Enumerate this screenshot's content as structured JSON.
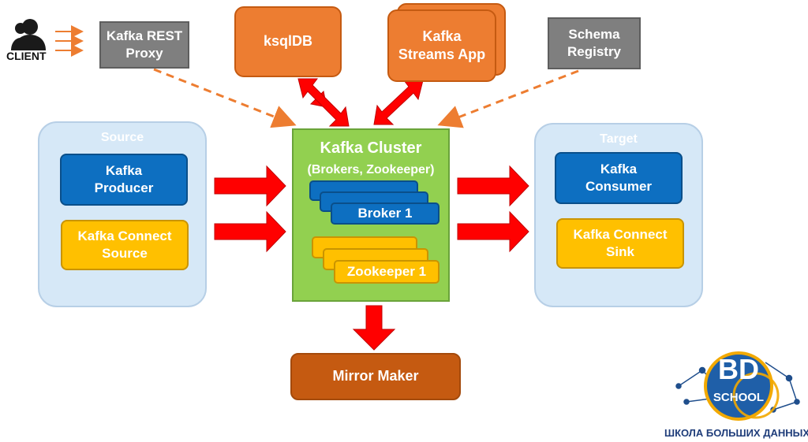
{
  "client": {
    "label": "CLIENT"
  },
  "top": {
    "rest_proxy": "Kafka REST\nProxy",
    "ksqldb": "ksqlDB",
    "streams_app": "Kafka\nStreams App",
    "schema_registry": "Schema\nRegistry"
  },
  "source": {
    "title": "Source",
    "producer": "Kafka\nProducer",
    "connect_source": "Kafka Connect\nSource"
  },
  "cluster": {
    "title": "Kafka Cluster",
    "subtitle": "(Brokers, Zookeeper)",
    "broker": "Broker 1",
    "zookeeper": "Zookeeper 1"
  },
  "target": {
    "title": "Target",
    "consumer": "Kafka\nConsumer",
    "connect_sink": "Kafka Connect\nSink"
  },
  "mirror_maker": "Mirror Maker",
  "logo": {
    "bd": "BD",
    "school": "SCHOOL",
    "tagline": "ШКОЛА БОЛЬШИХ ДАННЫХ"
  },
  "colors": {
    "orange": "#ed7d31",
    "blue": "#0d6fc1",
    "yellow": "#ffc000",
    "green": "#92d050",
    "gray": "#7f7f7f",
    "arrow_red": "#ff0000",
    "dashed_orange": "#ed7d31"
  }
}
